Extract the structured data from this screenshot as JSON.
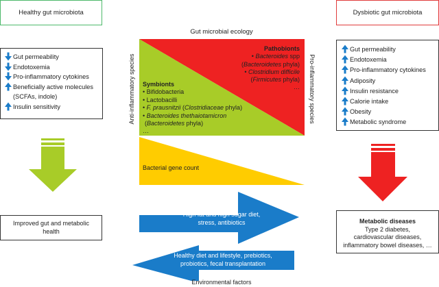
{
  "colors": {
    "healthy_green": "#a8cc28",
    "dysbiotic_red": "#ee2222",
    "gene_yellow": "#ffcc00",
    "arrow_blue": "#1a7cc9",
    "icon_blue": "#1a7cc9",
    "healthy_border": "#4cb86a",
    "dysbiotic_border": "#e03a3a"
  },
  "healthy": {
    "title": "Healthy gut microbiota",
    "effects": [
      {
        "direction": "down",
        "icon": "arrow-down-icon",
        "text": "Gut permeability"
      },
      {
        "direction": "down",
        "icon": "arrow-down-icon",
        "text": "Endotoxemia"
      },
      {
        "direction": "down",
        "icon": "arrow-down-icon",
        "text": "Pro-inflammatory cytokines"
      },
      {
        "direction": "up",
        "icon": "arrow-up-icon",
        "text": "Beneficially active molecules",
        "continuation": "(SCFAs, indole)"
      },
      {
        "direction": "up",
        "icon": "arrow-up-icon",
        "text": "Insulin sensitivity"
      }
    ],
    "outcome": "Improved gut and metabolic health"
  },
  "dysbiotic": {
    "title": "Dysbiotic gut microbiota",
    "effects": [
      {
        "direction": "up",
        "icon": "arrow-up-icon",
        "text": "Gut permeability"
      },
      {
        "direction": "up",
        "icon": "arrow-up-icon",
        "text": "Endotoxemia"
      },
      {
        "direction": "up",
        "icon": "arrow-up-icon",
        "text": "Pro-inflammatory cytokines"
      },
      {
        "direction": "up",
        "icon": "arrow-up-icon",
        "text": "Adiposity"
      },
      {
        "direction": "up",
        "icon": "arrow-up-icon",
        "text": "Insulin resistance"
      },
      {
        "direction": "up",
        "icon": "arrow-up-icon",
        "text": "Calorie intake"
      },
      {
        "direction": "up",
        "icon": "arrow-up-icon",
        "text": "Obesity"
      },
      {
        "direction": "up",
        "icon": "arrow-up-icon",
        "text": "Metabolic syndrome"
      }
    ],
    "outcome": {
      "title": "Metabolic diseases",
      "lines": [
        "Type 2 diabetes,",
        "cardiovascular diseases,",
        "inflammatory bowel diseases, …"
      ]
    }
  },
  "ecology": {
    "title": "Gut microbial ecology",
    "left_axis": "Anti-inflammatory species",
    "right_axis": "Pro-inflammatory species",
    "symbionts": {
      "title": "Symbionts",
      "items": [
        {
          "plain": "Bifidobacteria"
        },
        {
          "plain": "Lactobacilli"
        },
        {
          "italic": "F. prausnitzii",
          "plain": " (",
          "italic2": "Clostridiaceae",
          "plain2": " phyla)"
        },
        {
          "italic": "Bacteroides thethaiotamicron"
        },
        {
          "cont_open": "(",
          "italic": "Bacteroidetes",
          "plain": " phyla)"
        }
      ],
      "ellipsis": "…"
    },
    "pathobionts": {
      "title": "Pathobionts",
      "items": [
        {
          "italic": "Bacteroides",
          "plain": " spp"
        },
        {
          "cont_open": "(",
          "italic": "Bacteroidetes",
          "plain": " phyla)"
        },
        {
          "italic": "Clostridium difficile"
        },
        {
          "cont_open": "(",
          "italic": "Firmicutes",
          "plain": " phyla)"
        }
      ],
      "ellipsis": "…"
    },
    "gene_count_label": "Bacterial gene count"
  },
  "environment": {
    "to_dysbiosis": [
      "High fat and high sugar diet,",
      "stress, antibiotics"
    ],
    "to_health": [
      "Healthy diet and lifestyle, prebiotics,",
      "probiotics, fecal transplantation"
    ],
    "caption": "Environmental factors"
  }
}
